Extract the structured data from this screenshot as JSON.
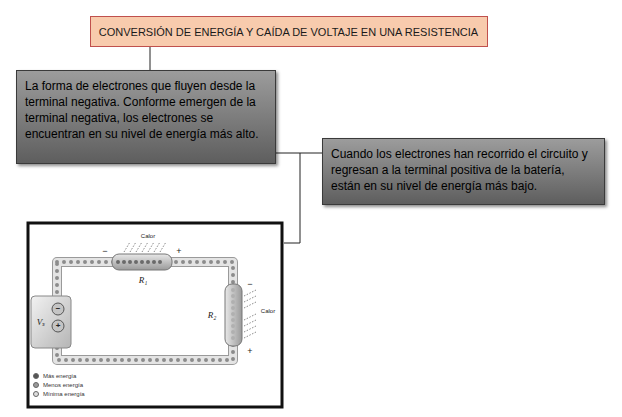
{
  "diagram": {
    "nodes": [
      {
        "text": [
          "CONVERSIÓN DE ENERGÍA Y CAÍDA DE VOLTAJE EN UNA RESISTENCIA"
        ]
      },
      {
        "text": [
          "La forma de electrones que fluyen desde la terminal negativa. Conforme emergen de la terminal negativa, los electrones se encuentran en su nivel de energía más alto."
        ]
      },
      {
        "text": [
          "Cuando los electrones han recorrido el circuito y regresan a la terminal positiva de la batería, están en su nivel de energía más bajo."
        ]
      }
    ],
    "edges": [
      {
        "from": 0,
        "to": 1,
        "arrow": "none"
      },
      {
        "from": 1,
        "to": 2,
        "arrow": "none"
      }
    ],
    "labels": [
      "Calor",
      "R₁",
      "−",
      "+",
      "−",
      "+",
      "R₂",
      "Calor",
      "Vₛ",
      "−",
      "+"
    ],
    "legend": [
      {
        "text": "Más energía",
        "color": "#555555"
      },
      {
        "text": "Menos energía",
        "color": "#9a9a9a"
      },
      {
        "text": "Mínima energía",
        "color": "#dedede"
      }
    ]
  }
}
